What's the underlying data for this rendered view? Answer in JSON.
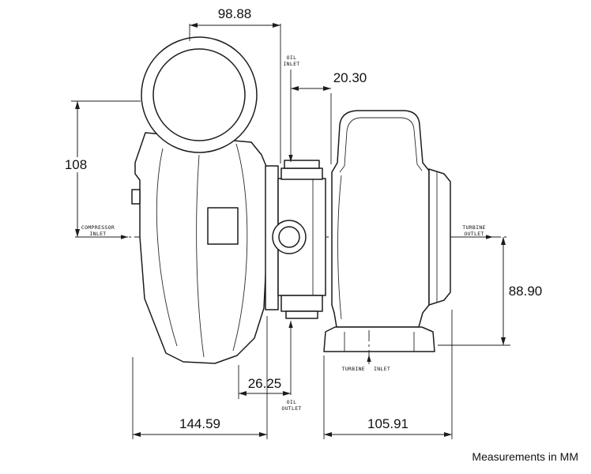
{
  "note": "Measurements in MM",
  "dimensions": {
    "top_width": "98.88",
    "oil_inlet_to_turbine": "20.30",
    "compressor_center_height": "108",
    "turbine_flange_height": "88.90",
    "oil_outlet_offset": "26.25",
    "compressor_overall_width": "144.59",
    "turbine_overall_width": "105.91"
  },
  "labels": {
    "compressor_inlet": [
      "COMPRESSOR",
      "INLET"
    ],
    "oil_inlet": [
      "OIL",
      "INLET"
    ],
    "oil_outlet": [
      "OIL",
      "OUTLET"
    ],
    "turbine_outlet": [
      "TURBINE",
      "OUTLET"
    ],
    "turbine_inlet": [
      "TURBINE",
      "INLET"
    ]
  }
}
